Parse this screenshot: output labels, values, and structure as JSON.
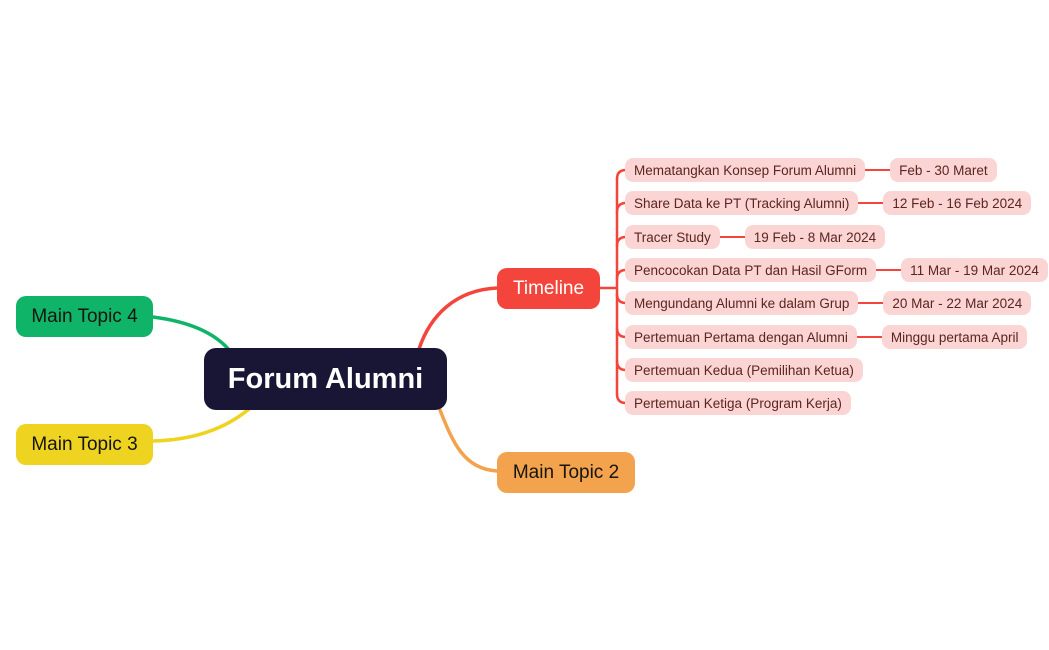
{
  "palette": {
    "navy": "#181634",
    "green": "#10b469",
    "yellow": "#eed321",
    "red": "#f4453c",
    "orange": "#f3a24d",
    "pink": "#fbd5d3",
    "pink_text": "#5d2420",
    "dark_text": "#17150f",
    "white": "#ffffff"
  },
  "root": {
    "label": "Forum Alumni"
  },
  "branches": {
    "main_topic_4": {
      "label": "Main Topic 4",
      "color": "#10b469"
    },
    "main_topic_3": {
      "label": "Main Topic 3",
      "color": "#eed321"
    },
    "main_topic_2": {
      "label": "Main Topic 2",
      "color": "#f3a24d"
    },
    "timeline": {
      "label": "Timeline",
      "color": "#f4453c",
      "children": [
        {
          "label": "Mematangkan Konsep Forum Alumni",
          "date": "Feb - 30 Maret"
        },
        {
          "label": "Share Data ke PT (Tracking Alumni)",
          "date": "12 Feb - 16 Feb 2024"
        },
        {
          "label": "Tracer Study",
          "date": "19 Feb - 8 Mar 2024"
        },
        {
          "label": "Pencocokan Data PT dan Hasil GForm",
          "date": "11 Mar - 19 Mar 2024"
        },
        {
          "label": "Mengundang Alumni ke dalam Grup",
          "date": "20 Mar - 22 Mar 2024"
        },
        {
          "label": "Pertemuan Pertama dengan Alumni",
          "date": "Minggu pertama April"
        },
        {
          "label": "Pertemuan Kedua (Pemilihan Ketua)",
          "date": ""
        },
        {
          "label": "Pertemuan Ketiga (Program Kerja)",
          "date": ""
        }
      ]
    }
  }
}
